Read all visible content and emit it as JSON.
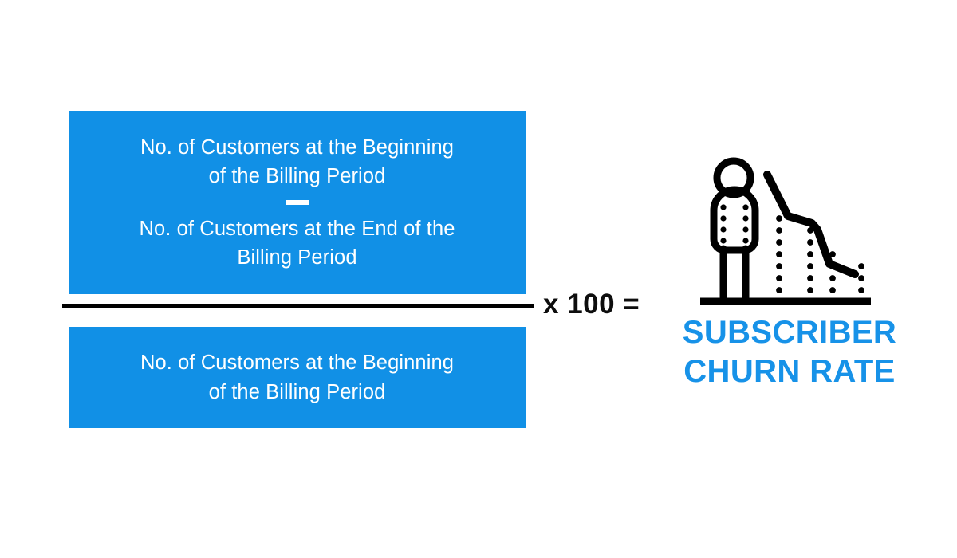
{
  "formula": {
    "numerator": {
      "line_1": "No. of Customers at the Beginning\nof the Billing Period",
      "operator": "minus-sign",
      "line_2": "No. of Customers at the End of the\nBilling Period"
    },
    "denominator": {
      "line_1": "No. of Customers at the Beginning\nof the Billing Period"
    },
    "multiplier": "x 100 ="
  },
  "result": {
    "label": "SUBSCRIBER\nCHURN RATE",
    "icon": "person-with-declining-chart-icon"
  },
  "colors": {
    "box_blue": "#1190E6",
    "label_blue": "#1792E8",
    "rule_black": "#000000",
    "box_text": "#ffffff",
    "background": "#ffffff"
  },
  "chart_data": {
    "type": "line",
    "title": "",
    "xlabel": "",
    "ylabel": "",
    "description": "Declining subscriber trend line with four dotted column markers on a solid baseline",
    "x": [
      0,
      1,
      2,
      3,
      4,
      5
    ],
    "values": [
      100,
      62,
      57,
      36,
      22,
      19
    ],
    "categories": [
      "",
      "",
      "",
      "",
      "",
      ""
    ],
    "grid": false,
    "legend": "none",
    "ylim": [
      0,
      100
    ]
  }
}
